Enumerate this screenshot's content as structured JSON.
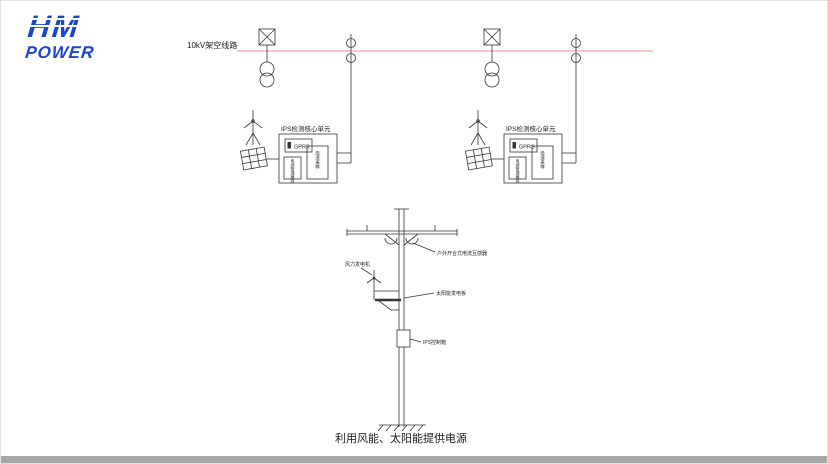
{
  "logo": {
    "top": "HM",
    "bottom": "POWER"
  },
  "colors": {
    "logo_blue": "#1b45cc",
    "line_red": "#e06c6c"
  },
  "overhead_line": {
    "label": "10kV架空线路",
    "color": "#e06c6c"
  },
  "monitor_unit": {
    "title": "IPS检测核心单元",
    "gprs": "GPRS",
    "module_left": "电源管理模块",
    "module_right": "电流采样"
  },
  "pole": {
    "label_ct": "户外开合式电流互感器",
    "label_wind": "风力发电机",
    "label_solar": "太阳能发电板",
    "label_control": "IPS控制箱"
  },
  "page": {
    "caption": "利用风能、太阳能提供电源"
  }
}
